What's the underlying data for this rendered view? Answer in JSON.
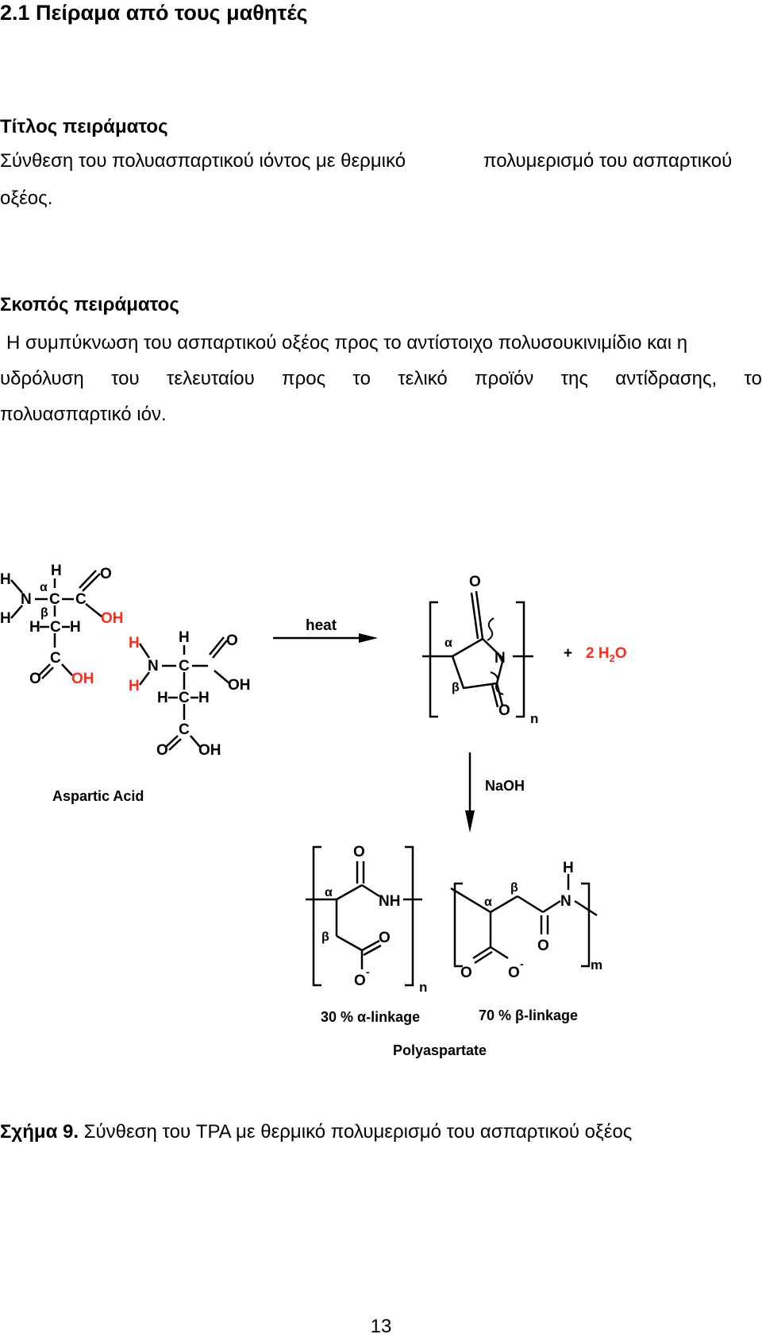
{
  "section_heading": "2.1 Πείραμα από τους μαθητές",
  "title_block": {
    "label": "Τίτλος πειράματος",
    "line1_part1": "Σύνθεση του πολυασπαρτικού ιόντος με θερμικό",
    "line1_part2": "πολυμερισμό του ασπαρτικού",
    "line2": "οξέος."
  },
  "aim_block": {
    "label": "Σκοπός πειράματος",
    "line1": "Η συμπύκνωση του ασπαρτικού οξέος προς το αντίστοιχο πολυσουκινιμίδιο και η",
    "line2": "υδρόλυση του τελευταίου προς το τελικό προϊόν της αντίδρασης, το",
    "line3": "πολυασπαρτικό ιόν."
  },
  "figure": {
    "atoms": {
      "H": "H",
      "N": "N",
      "C": "C",
      "O": "O",
      "OH": "OH",
      "NH": "NH",
      "O_minus": "O",
      "minus": "-",
      "alpha": "α",
      "beta": "β",
      "sub2": "2",
      "n": "n",
      "m": "m",
      "plus": "+",
      "water_coeff": "2 H",
      "water_o": "O"
    },
    "label_heat": "heat",
    "label_naoh": "NaOH",
    "label_aspartic": "Aspartic Acid",
    "label_alpha_pct": "30 % α-linkage",
    "label_beta_pct": "70 % β-linkage",
    "label_product": "Polyaspartate"
  },
  "caption": {
    "label": "Σχήμα 9.",
    "text": " Σύνθεση του TPA με θερμικό πολυμερισμό του ασπαρτικού οξέος"
  },
  "page_number": "13",
  "colors": {
    "red_atoms": "#ff2a1a",
    "text": "#000000"
  }
}
